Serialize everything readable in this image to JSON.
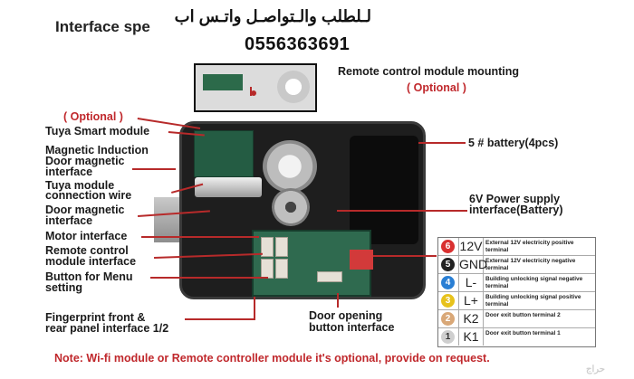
{
  "header": {
    "title": "Interface spe",
    "arabic_contact": "لـلطلب والـتواصـل واتـس اب",
    "phone": "0556363691"
  },
  "labels": {
    "remote_mounting": "Remote control module mounting",
    "optional_top": "( Optional )",
    "optional_left": "( Optional )",
    "tuya_smart": "Tuya Smart module",
    "magnetic_induction": "Magnetic Induction",
    "door_magnetic_interface_1": "Door magnetic",
    "door_magnetic_interface_2": "interface",
    "tuya_wire_1": "Tuya module",
    "tuya_wire_2": "connection wire",
    "door_magnetic_b_1": "Door magnetic",
    "door_magnetic_b_2": "interface",
    "motor_interface": "Motor interface",
    "remote_interface_1": "Remote control",
    "remote_interface_2": "module interface",
    "menu_button_1": "Button for Menu",
    "menu_button_2": "setting",
    "fingerprint_1": "Fingerprint front &",
    "fingerprint_2": "rear panel interface 1/2",
    "battery": "5 # battery(4pcs)",
    "power_1": "6V Power supply",
    "power_2": "interface(Battery)",
    "door_opening_1": "Door opening",
    "door_opening_2": "button interface"
  },
  "legend": [
    {
      "num": "6",
      "code": "12V",
      "desc": "External 12V electricity positive terminal",
      "color": "#d93030"
    },
    {
      "num": "5",
      "code": "GND",
      "desc": "External 12V electricity negative terminal",
      "color": "#222222"
    },
    {
      "num": "4",
      "code": "L-",
      "desc": "Building unlocking signal negative terminal",
      "color": "#2a7fd4"
    },
    {
      "num": "3",
      "code": "L+",
      "desc": "Building unlocking signal positive terminal",
      "color": "#e7c21c"
    },
    {
      "num": "2",
      "code": "K2",
      "desc": "Door exit button terminal 2",
      "color": "#d9a878"
    },
    {
      "num": "1",
      "code": "K1",
      "desc": "Door exit button terminal 1",
      "color": "#cfcfcf"
    }
  ],
  "note": "Note: Wi-fi module or Remote controller module it's optional, provide on request.",
  "watermark": "حراج"
}
